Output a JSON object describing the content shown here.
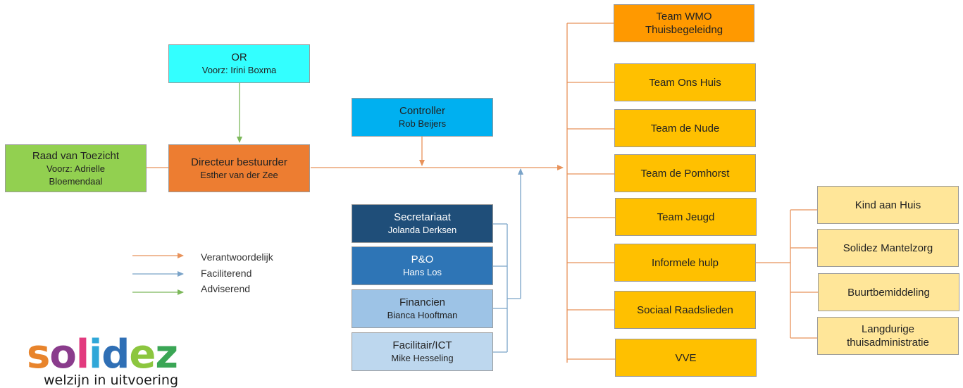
{
  "boxes": {
    "or": {
      "title": "OR",
      "sub": "Voorz: Irini Boxma"
    },
    "raad": {
      "line1": "Raad van Toezicht",
      "line2": "Voorz: Adrielle",
      "line3": "Bloemendaal"
    },
    "directeur": {
      "title": "Directeur bestuurder",
      "sub": "Esther van der Zee"
    },
    "controller": {
      "title": "Controller",
      "sub": "Rob Beijers"
    },
    "secretariaat": {
      "title": "Secretariaat",
      "sub": "Jolanda Derksen"
    },
    "po": {
      "title": "P&O",
      "sub": "Hans Los"
    },
    "financien": {
      "title": "Financien",
      "sub": "Bianca Hooftman"
    },
    "facilitair": {
      "title": "Facilitair/ICT",
      "sub": "Mike Hesseling"
    }
  },
  "teams": {
    "wmo": {
      "line1": "Team WMO",
      "line2": "Thuisbegeleidng"
    },
    "ons_huis": "Team Ons Huis",
    "nude": "Team de Nude",
    "pomhorst": "Team de Pomhorst",
    "jeugd": "Team Jeugd",
    "informele": "Informele hulp",
    "sociaal": "Sociaal Raadslieden",
    "vve": "VVE"
  },
  "sub_teams": {
    "kind": "Kind aan Huis",
    "mantelzorg": "Solidez Mantelzorg",
    "buurt": "Buurtbemiddeling",
    "langdurig": {
      "line1": "Langdurige",
      "line2": "thuisadministratie"
    }
  },
  "legend": {
    "verantwoordelijk": "Verantwoordelijk",
    "faciliterend": "Faciliterend",
    "adviserend": "Adviserend"
  },
  "logo": {
    "letters": [
      "s",
      "o",
      "l",
      "i",
      "d",
      "e",
      "z"
    ],
    "letter_colors": [
      "#e8842c",
      "#8a3c8c",
      "#e23a7e",
      "#2fa7d8",
      "#2f6fb5",
      "#8cc63f",
      "#3aa655"
    ],
    "tagline": "welzijn in uitvoering"
  },
  "colors": {
    "verantwoordelijk": "#e8925a",
    "faciliterend": "#7aa3c8",
    "adviserend": "#7cb85a",
    "or_fill": "#33ffff",
    "raad_fill": "#92d050",
    "directeur_fill": "#ed7d31",
    "controller_fill": "#00b0f0",
    "secretariaat_fill": "#1f4e79",
    "po_fill": "#2e75b6",
    "financien_fill": "#9dc3e6",
    "facilitair_fill": "#bdd7ee",
    "wmo_fill": "#ff9900",
    "team_fill": "#ffc000",
    "sub_team_fill": "#ffe699"
  }
}
